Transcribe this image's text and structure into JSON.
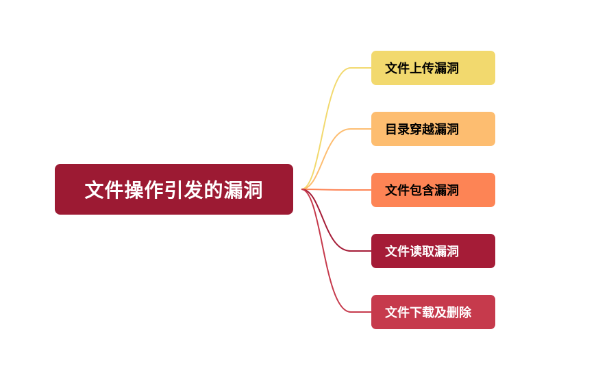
{
  "root": {
    "label": "文件操作引发的漏洞",
    "color": "#9c1a33",
    "text_color": "#ffffff"
  },
  "children": [
    {
      "label": "文件上传漏洞",
      "color": "#f2d96e",
      "text_color": "#000000",
      "line_color": "#f2d96e"
    },
    {
      "label": "目录穿越漏洞",
      "color": "#fdbd70",
      "text_color": "#000000",
      "line_color": "#fdbd70"
    },
    {
      "label": "文件包含漏洞",
      "color": "#fd8455",
      "text_color": "#000000",
      "line_color": "#fd8455"
    },
    {
      "label": "文件读取漏洞",
      "color": "#a51c37",
      "text_color": "#ffffff",
      "line_color": "#a51c37"
    },
    {
      "label": "文件下载及删除",
      "color": "#c63a4c",
      "text_color": "#ffffff",
      "line_color": "#c63a4c"
    }
  ]
}
